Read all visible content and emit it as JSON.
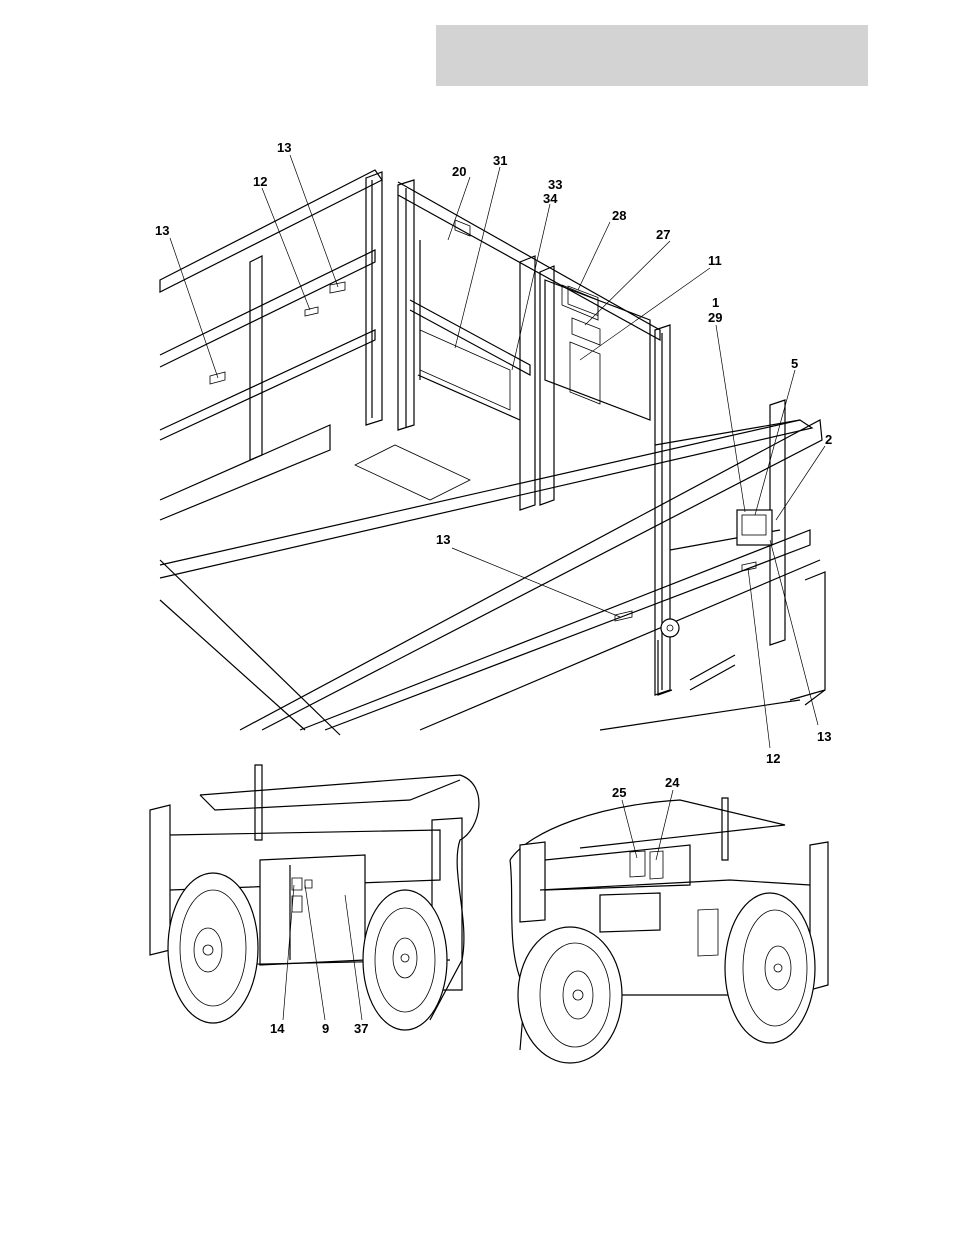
{
  "header": {
    "fill_color": "#d3d3d3"
  },
  "platform_callouts": [
    "13",
    "12",
    "13",
    "20",
    "31",
    "33",
    "34",
    "28",
    "27",
    "11",
    "1",
    "29",
    "5",
    "2",
    "13",
    "13",
    "12"
  ],
  "chassis_left_callouts": [
    "14",
    "9",
    "37"
  ],
  "chassis_right_callouts": [
    "25",
    "24"
  ]
}
